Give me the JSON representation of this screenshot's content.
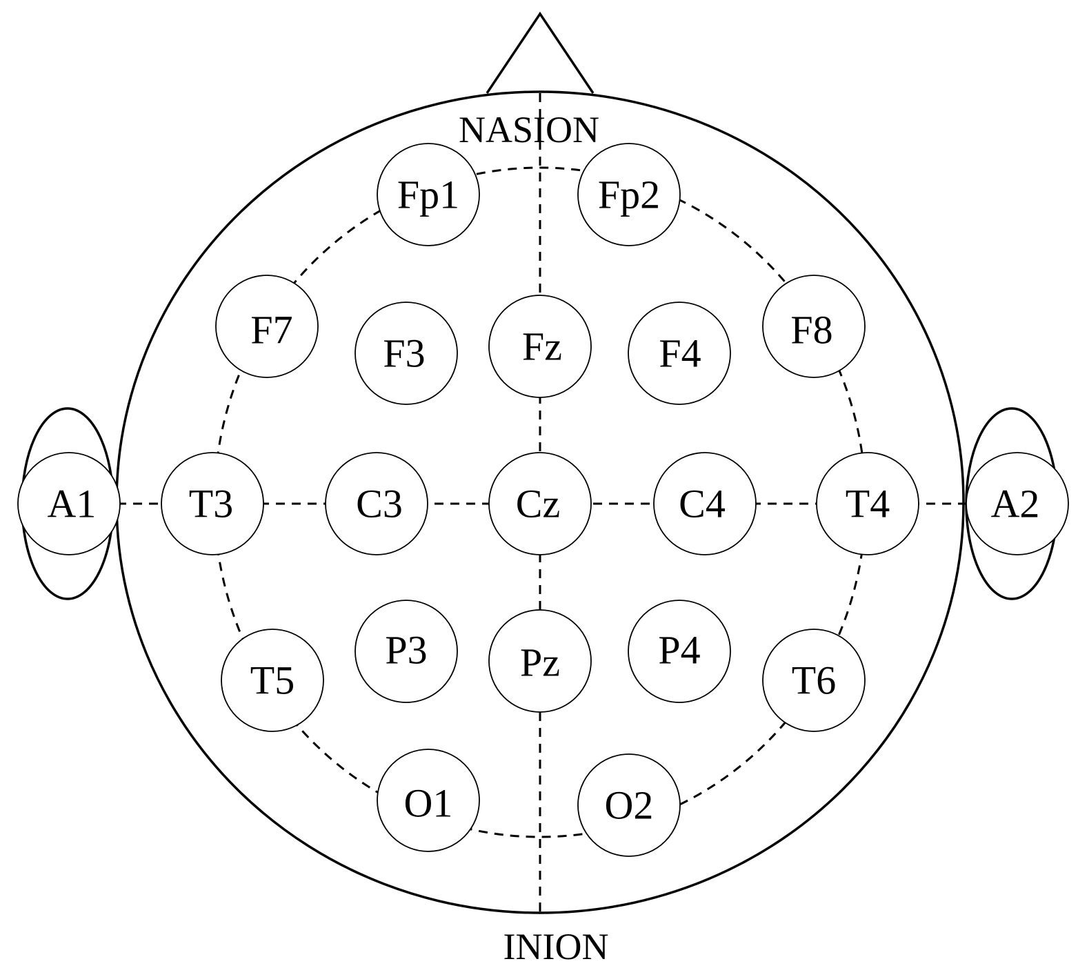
{
  "landmarks": {
    "nasion": "NASION",
    "inion": "INION"
  },
  "electrodes": [
    {
      "id": "Fp1",
      "label": "Fp1"
    },
    {
      "id": "Fp2",
      "label": "Fp2"
    },
    {
      "id": "F7",
      "label": "F7"
    },
    {
      "id": "F3",
      "label": "F3"
    },
    {
      "id": "Fz",
      "label": "Fz"
    },
    {
      "id": "F4",
      "label": "F4"
    },
    {
      "id": "F8",
      "label": "F8"
    },
    {
      "id": "A1",
      "label": "A1"
    },
    {
      "id": "T3",
      "label": "T3"
    },
    {
      "id": "C3",
      "label": "C3"
    },
    {
      "id": "Cz",
      "label": "Cz"
    },
    {
      "id": "C4",
      "label": "C4"
    },
    {
      "id": "T4",
      "label": "T4"
    },
    {
      "id": "A2",
      "label": "A2"
    },
    {
      "id": "T5",
      "label": "T5"
    },
    {
      "id": "P3",
      "label": "P3"
    },
    {
      "id": "Pz",
      "label": "Pz"
    },
    {
      "id": "P4",
      "label": "P4"
    },
    {
      "id": "T6",
      "label": "T6"
    },
    {
      "id": "O1",
      "label": "O1"
    },
    {
      "id": "O2",
      "label": "O2"
    }
  ]
}
